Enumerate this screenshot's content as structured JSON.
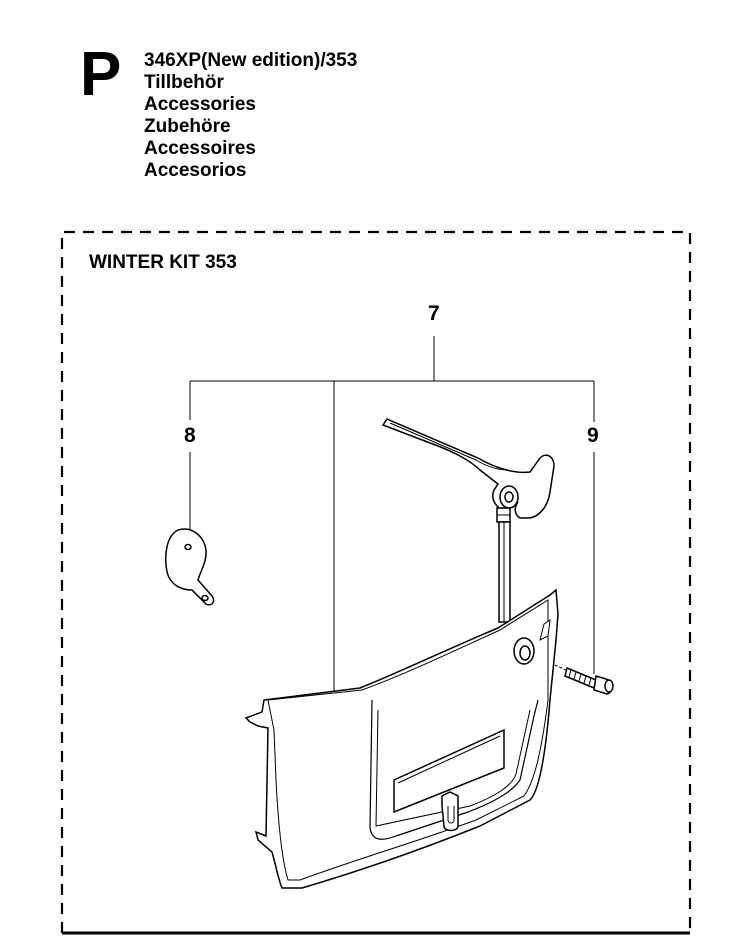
{
  "header": {
    "section_letter": "P",
    "model": "346XP(New edition)/353",
    "titles": [
      "Tillbehör",
      "Accessories",
      "Zubehöre",
      "Accessoires",
      "Accesorios"
    ]
  },
  "kit": {
    "title": "WINTER KIT 353",
    "callouts": [
      "7",
      "8",
      "9"
    ]
  }
}
